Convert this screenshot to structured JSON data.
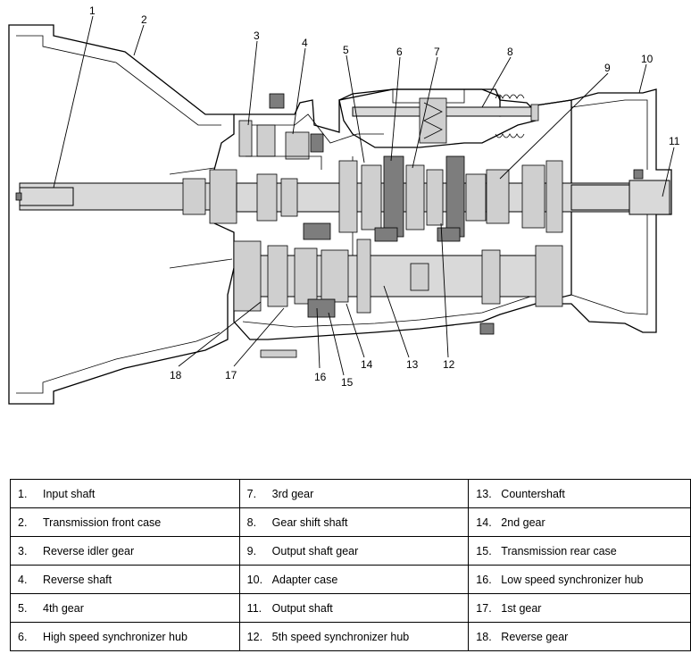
{
  "callouts": [
    "1",
    "2",
    "3",
    "4",
    "5",
    "6",
    "7",
    "8",
    "9",
    "10",
    "11",
    "12",
    "13",
    "14",
    "15",
    "16",
    "17",
    "18"
  ],
  "legend": {
    "rows": [
      [
        {
          "num": "1.",
          "label": "Input shaft"
        },
        {
          "num": "7.",
          "label": "3rd gear"
        },
        {
          "num": "13.",
          "label": "Countershaft"
        }
      ],
      [
        {
          "num": "2.",
          "label": "Transmission front case"
        },
        {
          "num": "8.",
          "label": "Gear shift shaft"
        },
        {
          "num": "14.",
          "label": "2nd gear"
        }
      ],
      [
        {
          "num": "3.",
          "label": "Reverse idler gear"
        },
        {
          "num": "9.",
          "label": "Output shaft gear"
        },
        {
          "num": "15.",
          "label": "Transmission rear case"
        }
      ],
      [
        {
          "num": "4.",
          "label": "Reverse shaft"
        },
        {
          "num": "10.",
          "label": "Adapter case"
        },
        {
          "num": "16.",
          "label": "Low speed synchronizer hub"
        }
      ],
      [
        {
          "num": "5.",
          "label": "4th gear"
        },
        {
          "num": "11.",
          "label": "Output shaft"
        },
        {
          "num": "17.",
          "label": "1st gear"
        }
      ],
      [
        {
          "num": "6.",
          "label": "High speed synchronizer hub"
        },
        {
          "num": "12.",
          "label": "5th speed synchronizer hub"
        },
        {
          "num": "18.",
          "label": "Reverse gear"
        }
      ]
    ]
  }
}
